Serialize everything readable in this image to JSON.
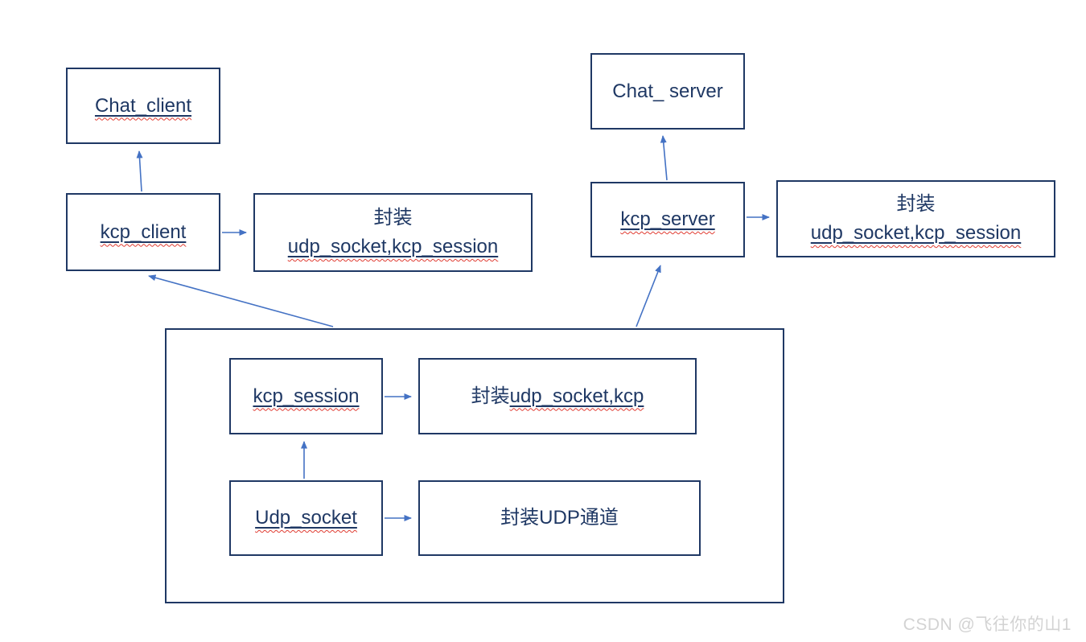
{
  "colors": {
    "box_border": "#1f3864",
    "text": "#1f3864",
    "arrow": "#4472c4",
    "squiggly": "#e03c32",
    "watermark": "#d3d3d3",
    "background": "#ffffff"
  },
  "diagram": {
    "chat_client": {
      "label": "Chat_client"
    },
    "kcp_client": {
      "label": "kcp_client"
    },
    "client_wrapper": {
      "line1": "封装",
      "line2": "udp_socket,kcp_session"
    },
    "chat_server": {
      "label": "Chat_ server"
    },
    "kcp_server": {
      "label": "kcp_server"
    },
    "server_wrapper": {
      "line1": "封装",
      "line2": "udp_socket,kcp_session"
    },
    "kcp_session": {
      "label": "kcp_session"
    },
    "kcp_session_wrapper": {
      "prefix": "封装",
      "code": "udp_socket,kcp"
    },
    "udp_socket": {
      "label": "Udp_socket"
    },
    "udp_wrapper": {
      "label": "封装UDP通道"
    }
  },
  "watermark": "CSDN @飞往你的山1"
}
